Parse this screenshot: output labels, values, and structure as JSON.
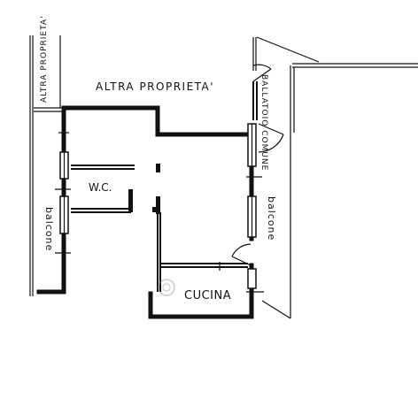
{
  "labels": {
    "other_property_left": "ALTRA PROPRIETA'",
    "other_property_top": "ALTRA PROPRIETA'",
    "common_landing": "BALLATOIO COMUNE",
    "wc": "W.C.",
    "balcony_left": "balcone",
    "balcony_right": "balcone",
    "kitchen": "CUCINA"
  },
  "colors": {
    "ink": "#111111",
    "paper": "#ffffff"
  }
}
